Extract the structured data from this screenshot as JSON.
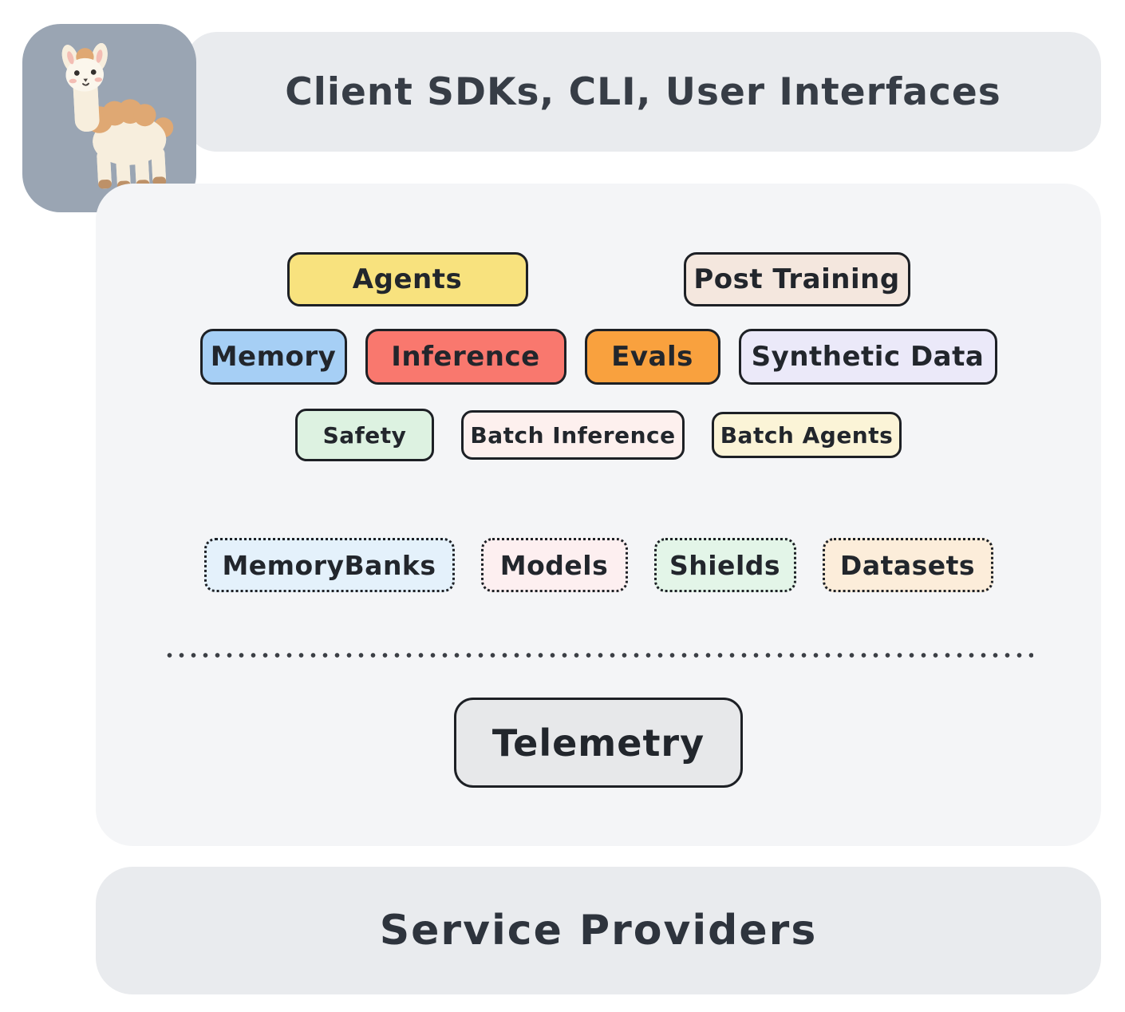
{
  "colors": {
    "canvas_bg": "#ffffff",
    "banner_bg": "#e9ebee",
    "panel_bg": "#f4f5f7",
    "logo_bg": "#9aa5b3",
    "border_dark": "#1d2025",
    "text_dark": "#22262c",
    "divider_dot": "#3b3f45"
  },
  "header": {
    "label": "Client SDKs, CLI, User Interfaces"
  },
  "logo": {
    "icon": "llama-icon"
  },
  "stack": {
    "row1": [
      {
        "label": "Agents",
        "bg": "#f8e27e"
      },
      {
        "label": "Post Training",
        "bg": "#f4e7de"
      }
    ],
    "row2": [
      {
        "label": "Memory",
        "bg": "#a6cff5"
      },
      {
        "label": "Inference",
        "bg": "#f9786e"
      },
      {
        "label": "Evals",
        "bg": "#f9a13e"
      },
      {
        "label": "Synthetic Data",
        "bg": "#ebe9f9"
      }
    ],
    "row3": [
      {
        "label": "Safety",
        "bg": "#ddf2e1"
      },
      {
        "label": "Batch Inference",
        "bg": "#fdf0ee"
      },
      {
        "label": "Batch Agents",
        "bg": "#fbf4d7"
      }
    ],
    "registry": [
      {
        "label": "MemoryBanks",
        "bg": "#e4f1fb"
      },
      {
        "label": "Models",
        "bg": "#fdeff0"
      },
      {
        "label": "Shields",
        "bg": "#e3f5e8"
      },
      {
        "label": "Datasets",
        "bg": "#fcedda"
      }
    ],
    "telemetry": {
      "label": "Telemetry",
      "bg": "#e7e8ea"
    }
  },
  "footer": {
    "label": "Service Providers"
  }
}
